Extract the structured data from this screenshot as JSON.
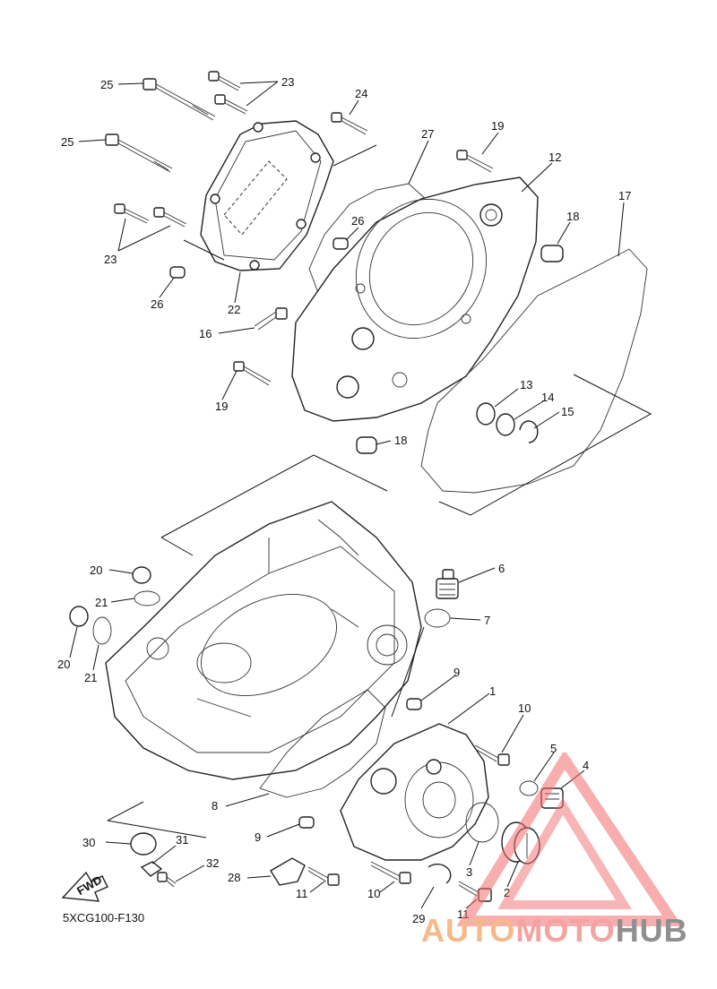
{
  "diagram_code": "5XCG100-F130",
  "fwd_label": "FWD",
  "watermark": {
    "part1": "AUTO",
    "part2": "MOTO",
    "part3": "HUB"
  },
  "colors": {
    "line": "#222222",
    "watermark_orange": "#f6b98a",
    "watermark_red": "#f4a2a2",
    "watermark_gray": "#8f8f8f",
    "logo_red": "#f26b6b"
  },
  "callouts": [
    "25",
    "23",
    "24",
    "19",
    "27",
    "12",
    "25",
    "26",
    "18",
    "17",
    "23",
    "26",
    "22",
    "16",
    "19",
    "13",
    "14",
    "15",
    "18",
    "20",
    "6",
    "21",
    "7",
    "20",
    "21",
    "9",
    "1",
    "10",
    "5",
    "4",
    "8",
    "9",
    "3",
    "30",
    "31",
    "32",
    "28",
    "11",
    "10",
    "2",
    "29",
    "11"
  ]
}
